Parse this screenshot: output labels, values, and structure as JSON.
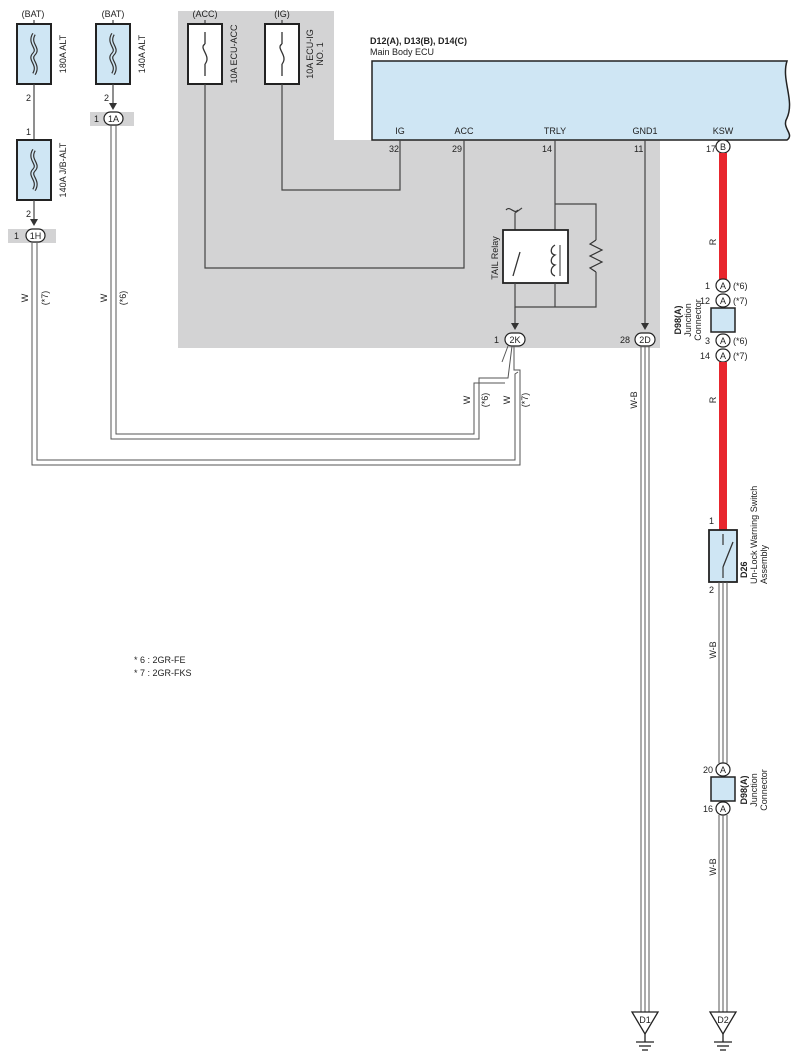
{
  "fuses": [
    {
      "source": "(BAT)",
      "name": "180A ALT",
      "pin_bottom": "2"
    },
    {
      "source": "(BAT)",
      "name": "140A ALT",
      "pin_bottom": "2"
    },
    {
      "source": "(ACC)",
      "name": "10A ECU-ACC"
    },
    {
      "source": "(IG)",
      "name_line1": "10A ECU-IG",
      "name_line2": "NO. 1"
    },
    {
      "name": "140A J/B-ALT",
      "pin_top": "1",
      "pin_bottom": "2"
    }
  ],
  "connectors": {
    "c1A": {
      "code": "1A",
      "pin": "1"
    },
    "c1H": {
      "code": "1H",
      "pin": "1"
    },
    "c2K": {
      "code": "2K",
      "pin": "1"
    },
    "c2D": {
      "code": "2D",
      "pin": "28"
    }
  },
  "ecu": {
    "codes": "D12(A), D13(B), D14(C)",
    "name": "Main Body ECU",
    "terminals": [
      {
        "name": "IG",
        "pin": "32"
      },
      {
        "name": "ACC",
        "pin": "29"
      },
      {
        "name": "TRLY",
        "pin": "14"
      },
      {
        "name": "GND1",
        "pin": "11"
      },
      {
        "name": "KSW",
        "pin": "17",
        "conn": "B"
      }
    ]
  },
  "relay": {
    "name": "TAIL Relay"
  },
  "wire_colors": {
    "w1": "W",
    "w1_note": "(*7)",
    "w2": "W",
    "w2_note": "(*6)",
    "w3": "W",
    "w3_note": "(*6)",
    "w4": "W",
    "w4_note": "(*7)",
    "gnd1_color": "W-B",
    "ksw_color": "R",
    "ksw_color2": "R",
    "sw_color": "W-B",
    "sw_color2": "W-B"
  },
  "junction_upper": {
    "code": "D98(A)",
    "name_line1": "Junction",
    "name_line2": "Connector",
    "pins": [
      {
        "pin": "1",
        "conn": "A",
        "note": "(*6)"
      },
      {
        "pin": "12",
        "conn": "A",
        "note": "(*7)"
      },
      {
        "pin": "3",
        "conn": "A",
        "note": "(*6)"
      },
      {
        "pin": "14",
        "conn": "A",
        "note": "(*7)"
      }
    ]
  },
  "switch": {
    "code": "D26",
    "name_line1": "Un-Lock Warning Switch",
    "name_line2": "Assembly",
    "pin_top": "1",
    "pin_bottom": "2"
  },
  "junction_lower": {
    "code": "D98(A)",
    "name_line1": "Junction",
    "name_line2": "Connector",
    "pins": [
      {
        "pin": "20",
        "conn": "A"
      },
      {
        "pin": "16",
        "conn": "A"
      }
    ]
  },
  "grounds": [
    "D1",
    "D2"
  ],
  "notes": [
    "* 6 : 2GR-FE",
    "* 7 : 2GR-FKS"
  ],
  "colors": {
    "harness_red": "#e8262d",
    "fill_blue": "#cfe6f4",
    "shade_gray": "#d3d3d4"
  }
}
